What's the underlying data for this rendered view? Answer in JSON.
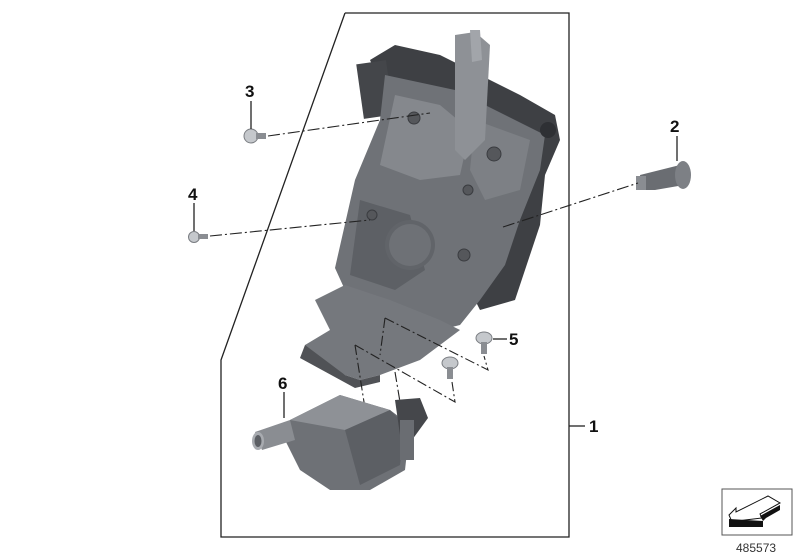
{
  "diagram": {
    "type": "exploded-parts-view",
    "callouts": [
      {
        "id": "1",
        "label": "1"
      },
      {
        "id": "2",
        "label": "2"
      },
      {
        "id": "3",
        "label": "3"
      },
      {
        "id": "4",
        "label": "4"
      },
      {
        "id": "5",
        "label": "5"
      },
      {
        "id": "6",
        "label": "6"
      }
    ],
    "reference_number": "485573",
    "nav_icon": "arrow-down-left-icon",
    "colors": {
      "part_dark": "#5a5c60",
      "part_mid": "#7d8085",
      "part_light": "#a8abb0",
      "line": "#111111"
    }
  }
}
